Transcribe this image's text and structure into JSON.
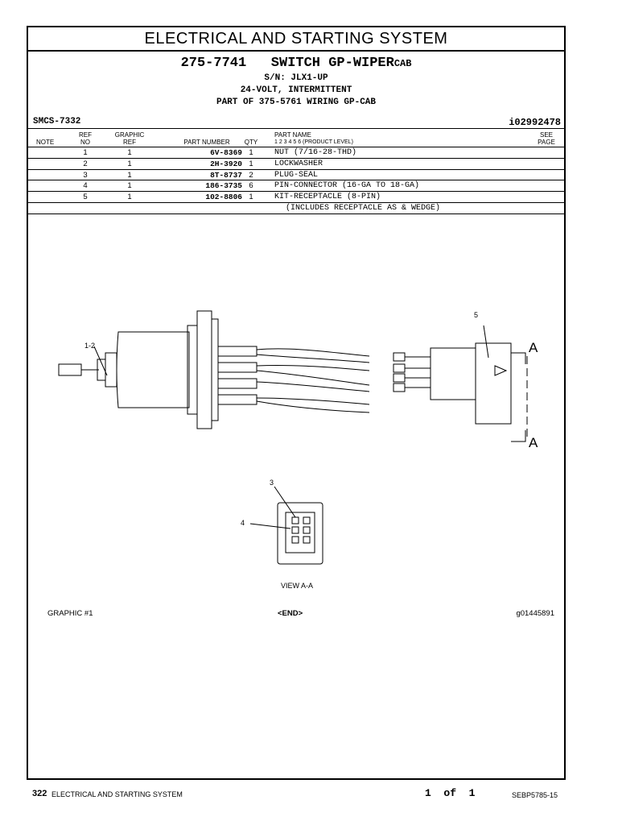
{
  "header": {
    "section_title": "ELECTRICAL AND STARTING SYSTEM"
  },
  "title": {
    "part_number": "275-7741",
    "name": "SWITCH GP-WIPER",
    "name_suffix": "CAB",
    "serial": "S/N: JLX1-UP",
    "description": "24-VOLT, INTERMITTENT",
    "part_of": "PART OF 375-5761 WIRING GP-CAB"
  },
  "smcs": "SMCS-7332",
  "illustration_id": "i02992478",
  "columns": {
    "note": "NOTE",
    "ref_no": [
      "REF",
      "NO"
    ],
    "graphic_ref": [
      "GRAPHIC",
      "REF"
    ],
    "part_number": "PART NUMBER",
    "qty": "QTY",
    "part_name": "PART NAME",
    "product_level": "1  2  3  4  5  6  (PRODUCT LEVEL)",
    "see_page": [
      "SEE",
      "PAGE"
    ]
  },
  "parts": [
    {
      "ref": "1",
      "graphic": "1",
      "part_number": "6V-8369",
      "qty": "1",
      "name": "NUT (7/16-28-THD)"
    },
    {
      "ref": "2",
      "graphic": "1",
      "part_number": "2H-3920",
      "qty": "1",
      "name": "LOCKWASHER"
    },
    {
      "ref": "3",
      "graphic": "1",
      "part_number": "8T-8737",
      "qty": "2",
      "name": "PLUG-SEAL"
    },
    {
      "ref": "4",
      "graphic": "1",
      "part_number": "186-3735",
      "qty": "6",
      "name": "PIN-CONNECTOR (16-GA TO 18-GA)"
    },
    {
      "ref": "5",
      "graphic": "1",
      "part_number": "102-8806",
      "qty": "1",
      "name": "KIT-RECEPTACLE (8-PIN)"
    }
  ],
  "parts_note": "(INCLUDES RECEPTACLE AS & WEDGE)",
  "drawing": {
    "callout_1_2": "1-2",
    "callout_3": "3",
    "callout_4": "4",
    "callout_5": "5",
    "section_label_top": "A",
    "section_label_bottom": "A",
    "view_label": "VIEW A-A"
  },
  "footer_row": {
    "graphic": "GRAPHIC #1",
    "end": "<END>",
    "graphic_id": "g01445891"
  },
  "page_footer": {
    "page_number": "322",
    "section": "ELECTRICAL AND STARTING SYSTEM",
    "page_of": "1  of  1",
    "doc_id": "SEBP5785-15"
  }
}
